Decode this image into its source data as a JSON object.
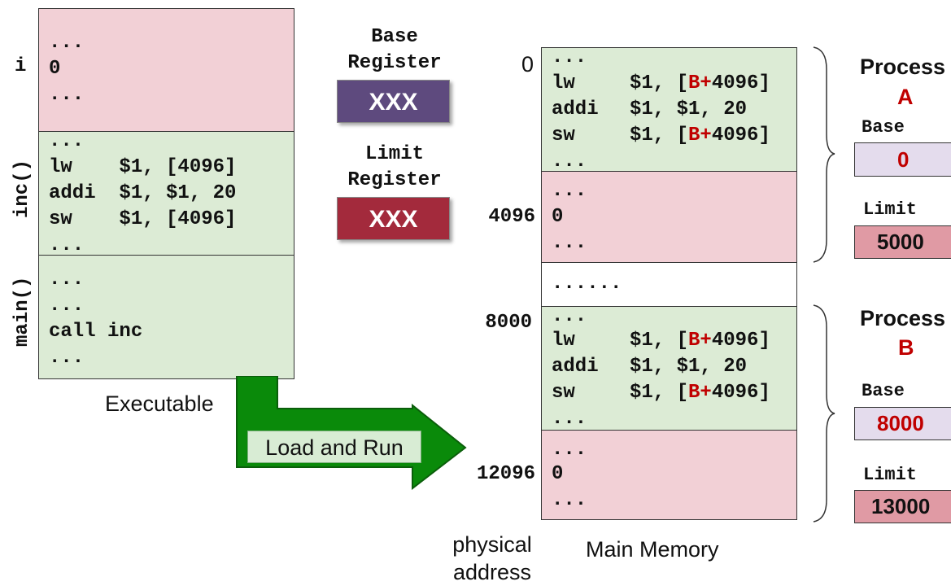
{
  "executable": {
    "labels": {
      "i": "i",
      "inc": "inc()",
      "main": "main()"
    },
    "data_lines": [
      "...",
      "0",
      "..."
    ],
    "inc_lines": [
      "...",
      "lw    $1, [4096]",
      "addi  $1, $1, 20",
      "sw    $1, [4096]",
      "..."
    ],
    "main_lines": [
      "...",
      "...",
      "call inc",
      "..."
    ],
    "caption": "Executable"
  },
  "arrow_label": "Load and Run",
  "registers": {
    "base_title": [
      "Base",
      "Register"
    ],
    "base_value": "XXX",
    "limit_title": [
      "Limit",
      "Register"
    ],
    "limit_value": "XXX"
  },
  "memory": {
    "addresses": [
      "0",
      "4096",
      "8000",
      "12096"
    ],
    "blockA_code": {
      "top": "...",
      "rows": [
        {
          "op": "lw",
          "args_pre": "$1, [",
          "reg": "B+",
          "args_post": "4096]"
        },
        {
          "op": "addi",
          "args_pre": "$1, $1, 20",
          "reg": "",
          "args_post": ""
        },
        {
          "op": "sw",
          "args_pre": "$1, [",
          "reg": "B+",
          "args_post": "4096]"
        }
      ],
      "bottom": "..."
    },
    "blockA_data": [
      "...",
      "0",
      "..."
    ],
    "gap": "......",
    "blockB_code": {
      "top": "...",
      "rows": [
        {
          "op": "lw",
          "args_pre": "$1, [",
          "reg": "B+",
          "args_post": "4096]"
        },
        {
          "op": "addi",
          "args_pre": "$1, $1, 20",
          "reg": "",
          "args_post": ""
        },
        {
          "op": "sw",
          "args_pre": "$1, [",
          "reg": "B+",
          "args_post": "4096]"
        }
      ],
      "bottom": "..."
    },
    "blockB_data": [
      "...",
      "0",
      "..."
    ],
    "physical_address": [
      "physical",
      "address"
    ],
    "caption": "Main Memory"
  },
  "processes": [
    {
      "title": "Process",
      "letter": "A",
      "base_label": "Base",
      "base": "0",
      "limit_label": "Limit",
      "limit": "5000"
    },
    {
      "title": "Process",
      "letter": "B",
      "base_label": "Base",
      "base": "8000",
      "limit_label": "Limit",
      "limit": "13000"
    }
  ],
  "colors": {
    "pink": "#f2d0d6",
    "green": "#dcebd5",
    "arrow": "#0a8a0a",
    "base_register": "#5e4a7e",
    "limit_register": "#a32a3c",
    "process_base": "#e4dced",
    "process_limit": "#e09aa4",
    "highlight": "#c00000"
  }
}
